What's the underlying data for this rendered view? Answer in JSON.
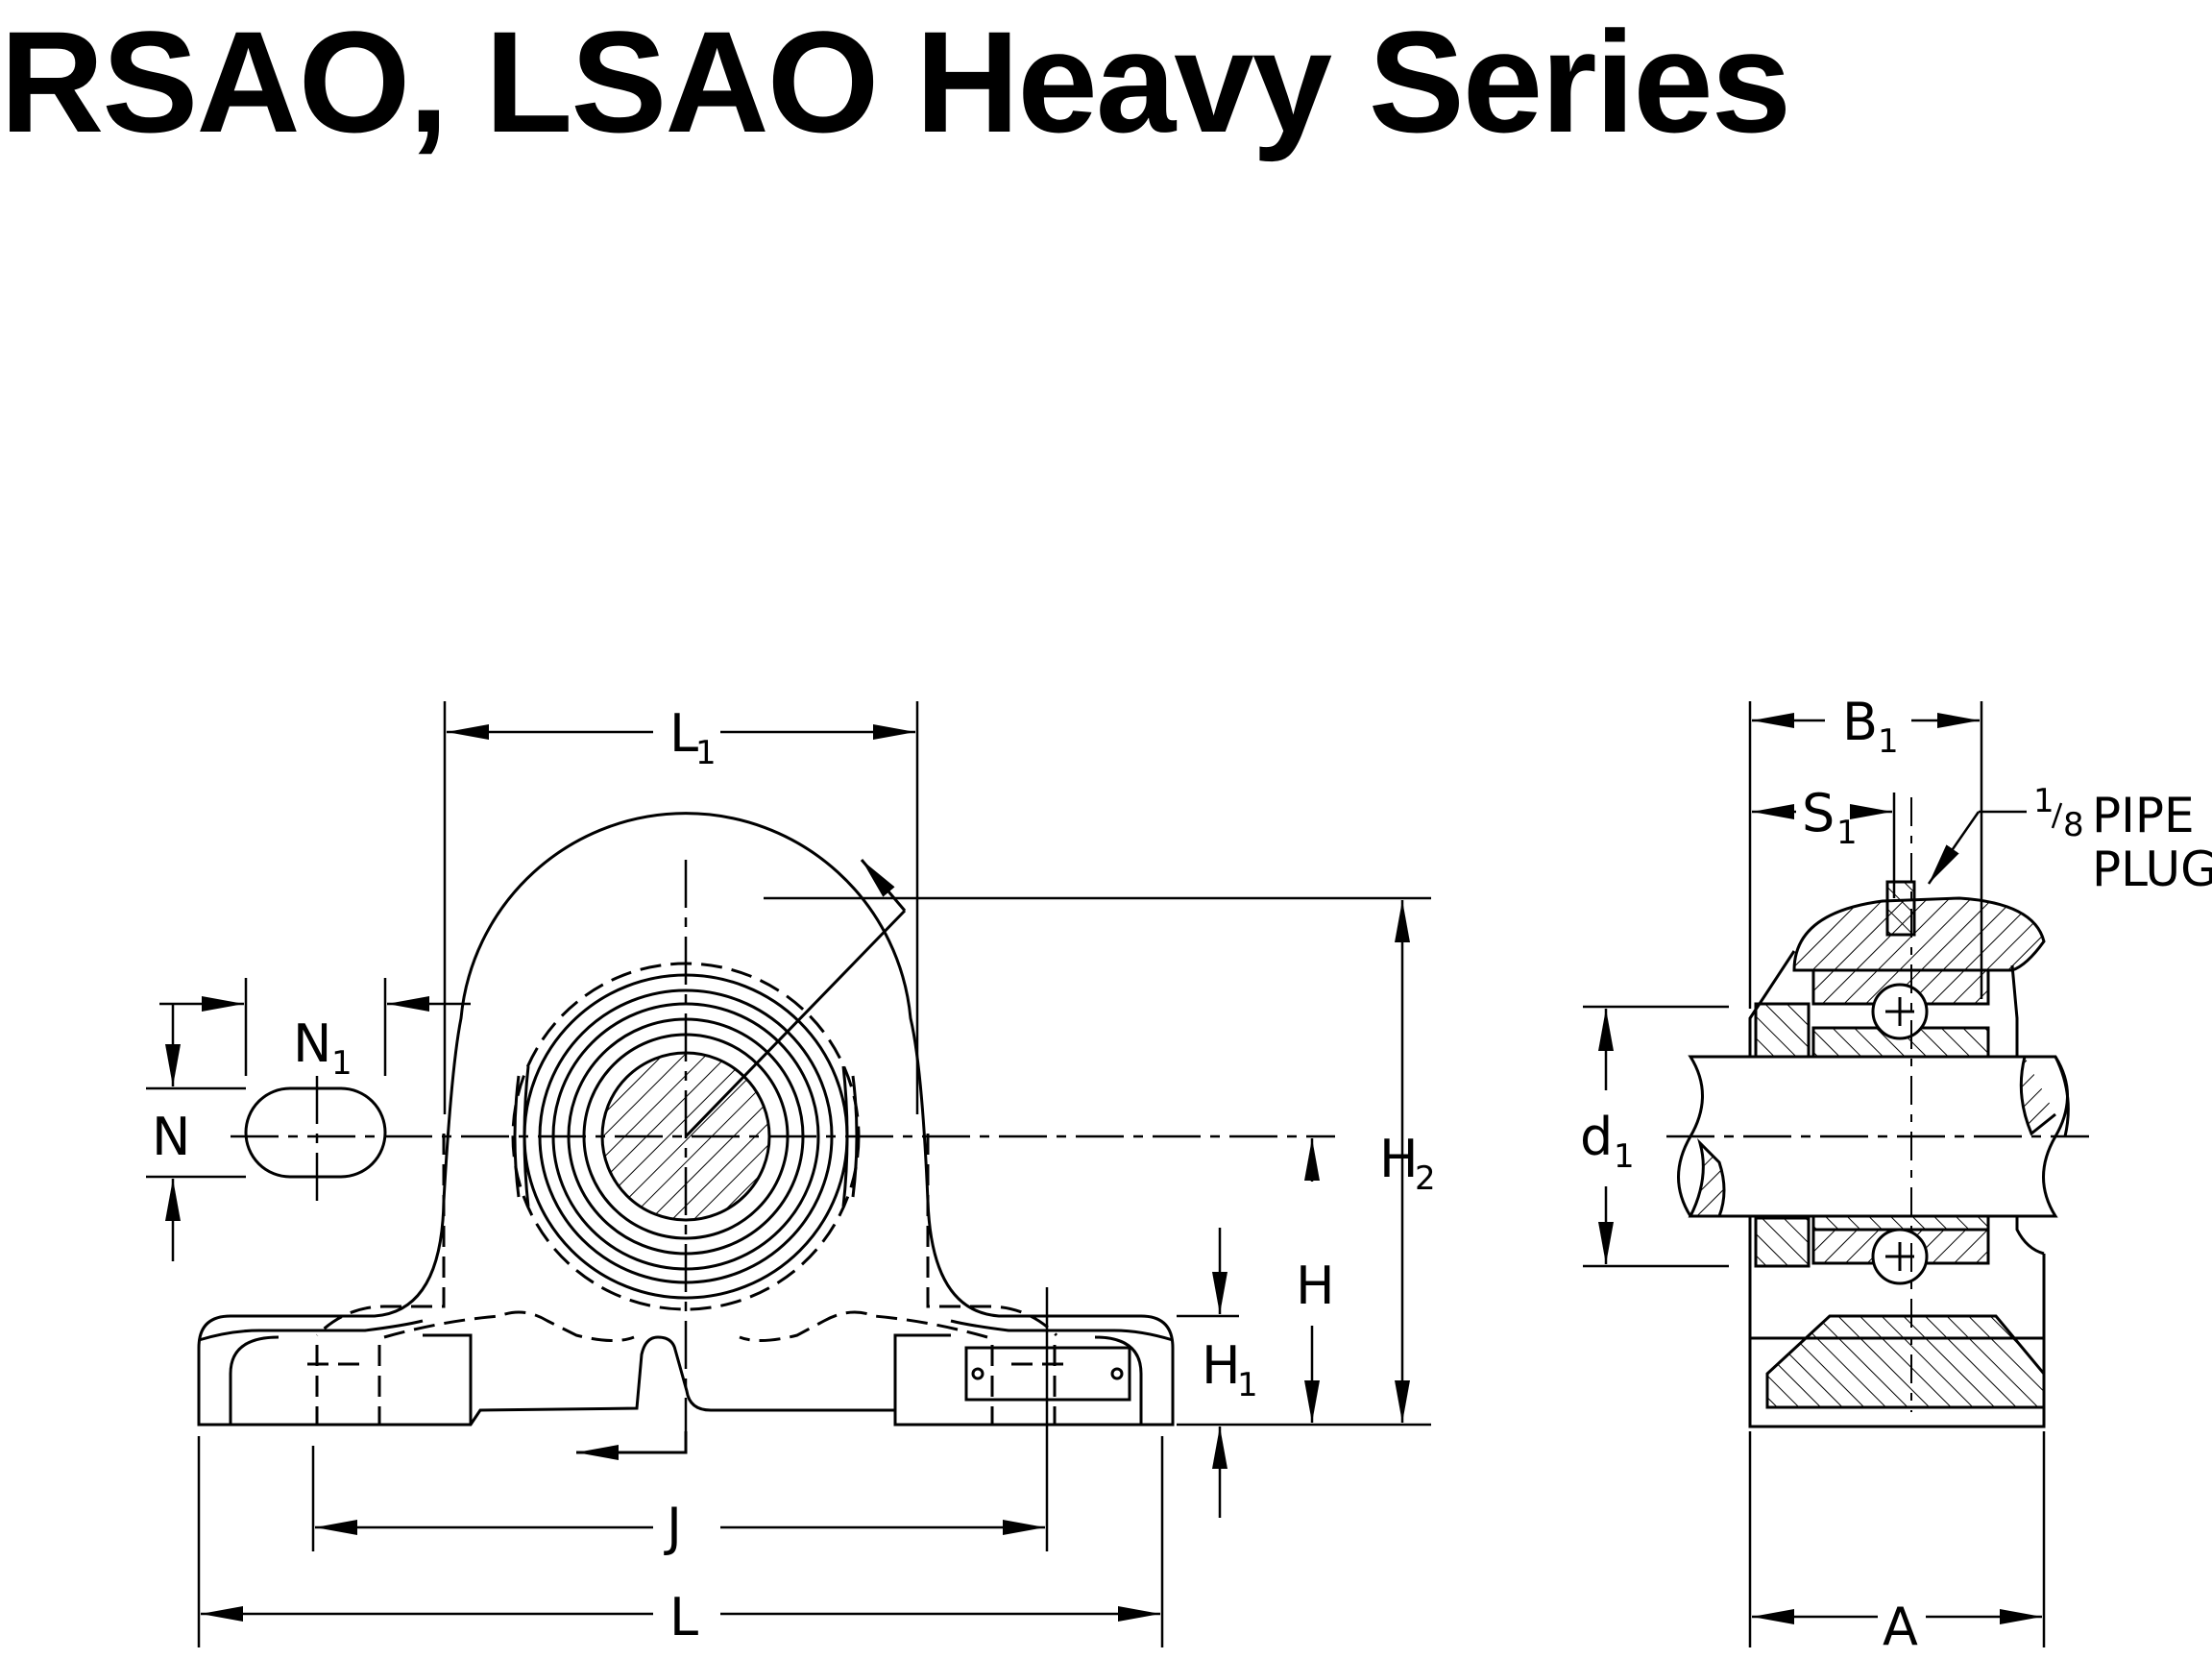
{
  "title": "RSAO, LSAO Heavy Series",
  "labels": {
    "L1": {
      "main": "L",
      "sub": "1"
    },
    "N1": {
      "main": "N",
      "sub": "1"
    },
    "N": "N",
    "H2": {
      "main": "H",
      "sub": "2"
    },
    "H": "H",
    "H1": {
      "main": "H",
      "sub": "1"
    },
    "J": "J",
    "L": "L",
    "B1": {
      "main": "B",
      "sub": "1"
    },
    "S1": {
      "main": "S",
      "sub": "1"
    },
    "d1": {
      "main": "d",
      "sub": "1"
    },
    "A": "A",
    "pipe_plug": {
      "frac_num": "1",
      "frac_den": "8",
      "line1": "PIPE",
      "line2": "PLUG"
    }
  },
  "colors": {
    "ink": "#000000",
    "paper": "#ffffff"
  }
}
